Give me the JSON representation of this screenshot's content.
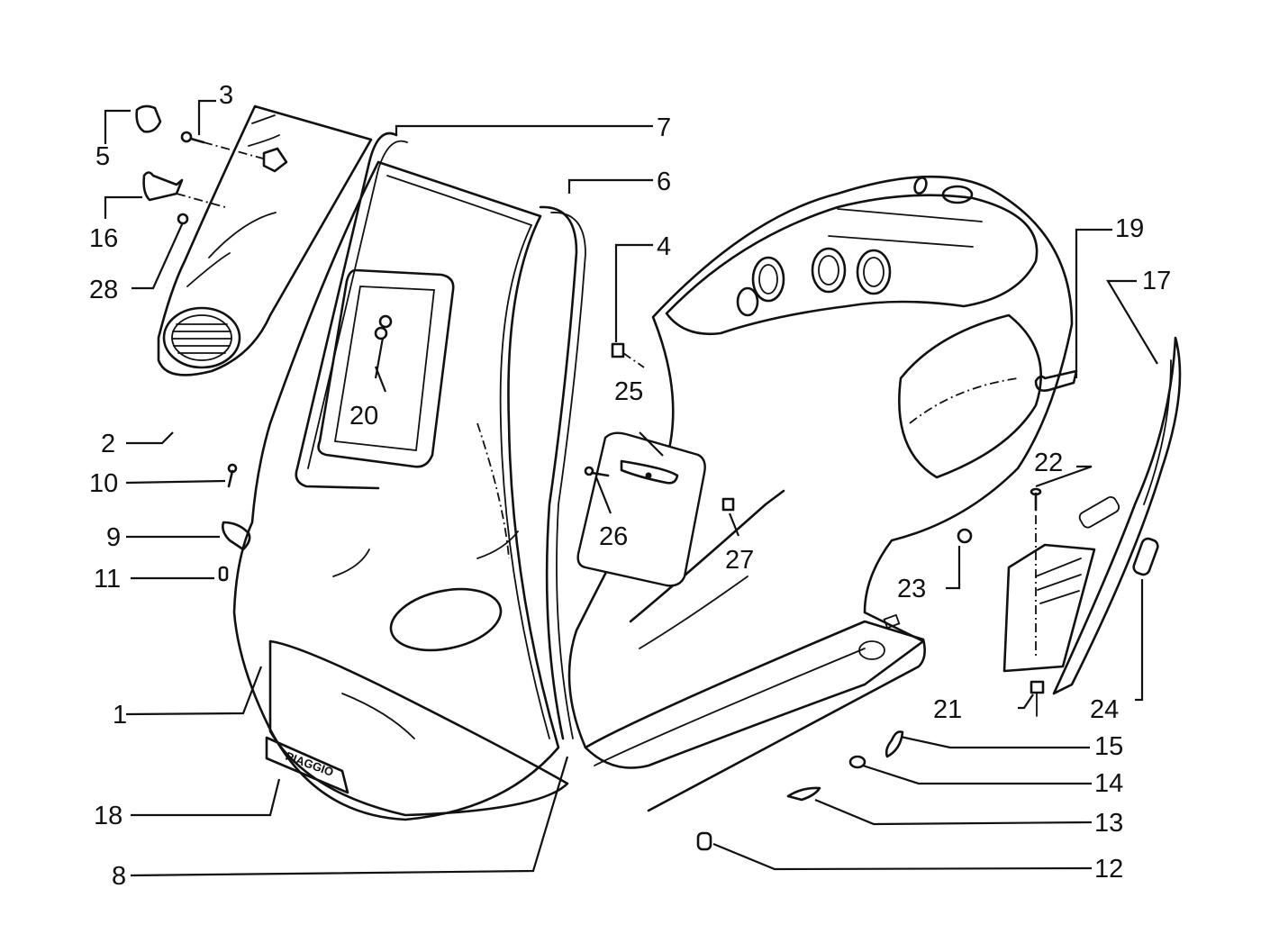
{
  "diagram": {
    "type": "exploded-parts-diagram",
    "subject": "Scooter front shield and body frame",
    "badge_text": "PIAGGIO",
    "callouts": [
      {
        "id": "1",
        "part": "front-shield"
      },
      {
        "id": "2",
        "part": "horn-grille-cover"
      },
      {
        "id": "3",
        "part": "screw"
      },
      {
        "id": "4",
        "part": "clip"
      },
      {
        "id": "5",
        "part": "badge"
      },
      {
        "id": "6",
        "part": "rubber-trim"
      },
      {
        "id": "7",
        "part": "rubber-trim"
      },
      {
        "id": "8",
        "part": "edge-trim"
      },
      {
        "id": "9",
        "part": "hook"
      },
      {
        "id": "10",
        "part": "screw"
      },
      {
        "id": "11",
        "part": "nut"
      },
      {
        "id": "12",
        "part": "spring-nut"
      },
      {
        "id": "13",
        "part": "plate-nut"
      },
      {
        "id": "14",
        "part": "grommet"
      },
      {
        "id": "15",
        "part": "clip"
      },
      {
        "id": "16",
        "part": "vespa-emblem"
      },
      {
        "id": "17",
        "part": "side-trim"
      },
      {
        "id": "18",
        "part": "piaggio-badge"
      },
      {
        "id": "19",
        "part": "vespa-script-emblem"
      },
      {
        "id": "20",
        "part": "clip-pair"
      },
      {
        "id": "21",
        "part": "nut"
      },
      {
        "id": "22",
        "part": "screw"
      },
      {
        "id": "23",
        "part": "bushing"
      },
      {
        "id": "24",
        "part": "rubber-buffer"
      },
      {
        "id": "25",
        "part": "glove-box-door"
      },
      {
        "id": "26",
        "part": "screw"
      },
      {
        "id": "27",
        "part": "nut"
      },
      {
        "id": "28",
        "part": "washer"
      }
    ]
  }
}
